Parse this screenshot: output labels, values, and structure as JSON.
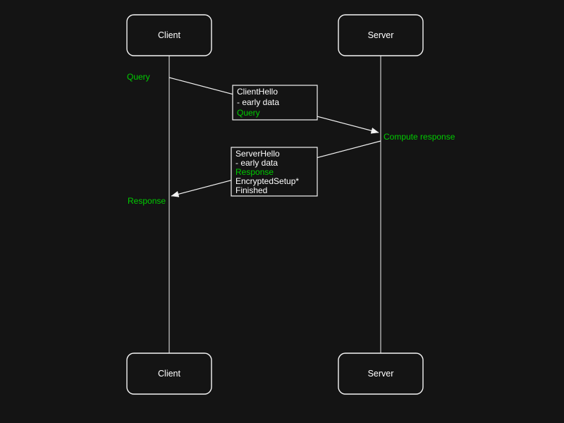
{
  "colors": {
    "background": "#141414",
    "foreground": "#ffffff",
    "highlight_green": "#00cc00"
  },
  "actors": {
    "client": "Client",
    "server": "Server"
  },
  "labels": {
    "query": "Query",
    "compute_response": "Compute response",
    "response": "Response"
  },
  "client_hello_box": {
    "line1": "ClientHello",
    "line2": "- early data",
    "line3": "Query"
  },
  "server_hello_box": {
    "line1": "ServerHello",
    "line2": "- early data",
    "line3": "Response",
    "line4": "EncryptedSetup*",
    "line5": "Finished"
  }
}
